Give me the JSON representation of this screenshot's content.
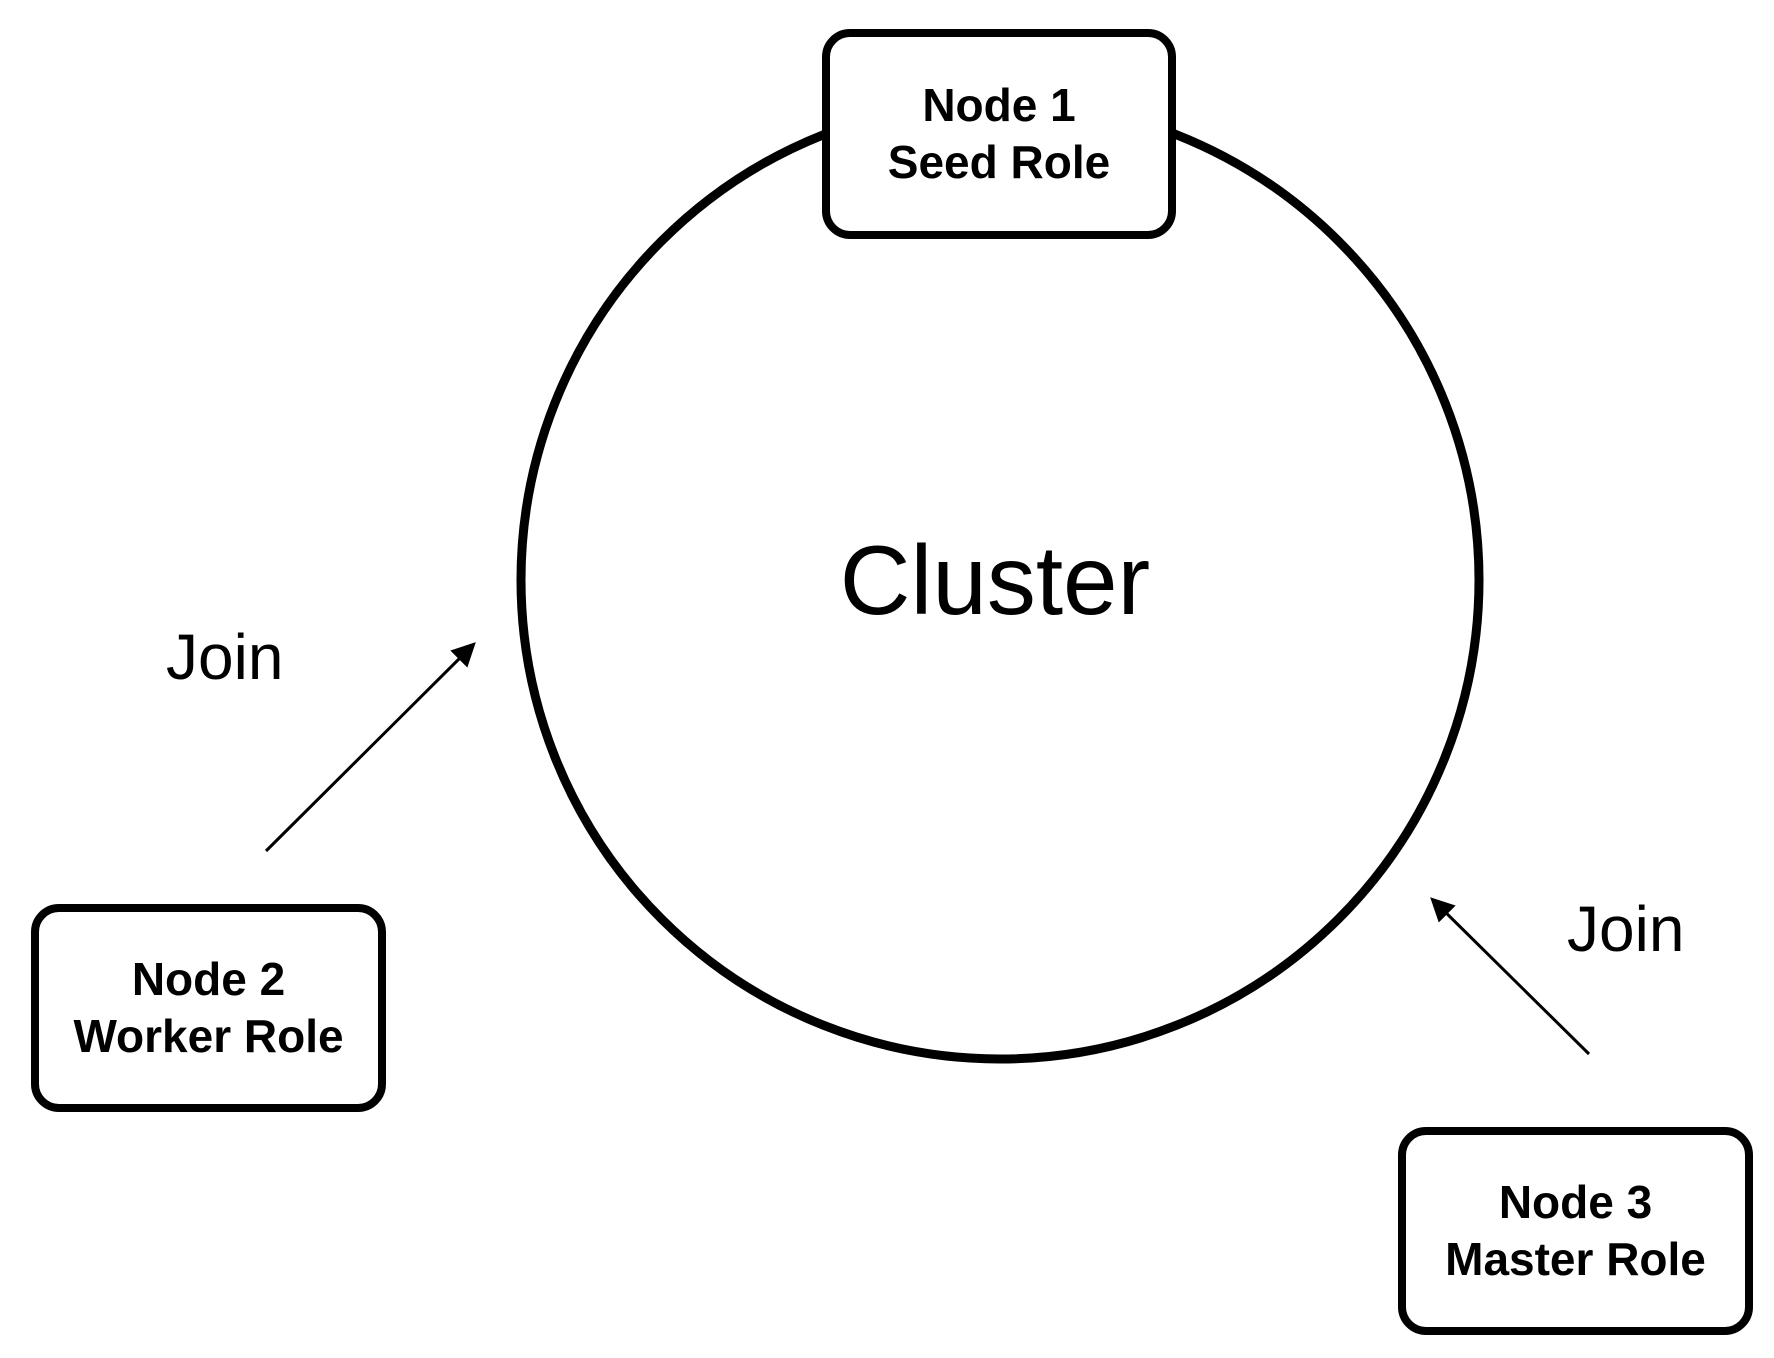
{
  "diagram": {
    "center": {
      "label": "Cluster"
    },
    "nodes": [
      {
        "id": "node-1",
        "name": "Node 1",
        "role": "Seed Role"
      },
      {
        "id": "node-2",
        "name": "Node 2",
        "role": "Worker Role"
      },
      {
        "id": "node-3",
        "name": "Node 3",
        "role": "Master Role"
      }
    ],
    "edges": [
      {
        "from": "Node 2",
        "to": "Cluster",
        "label": "Join"
      },
      {
        "from": "Node 3",
        "to": "Cluster",
        "label": "Join"
      }
    ]
  }
}
